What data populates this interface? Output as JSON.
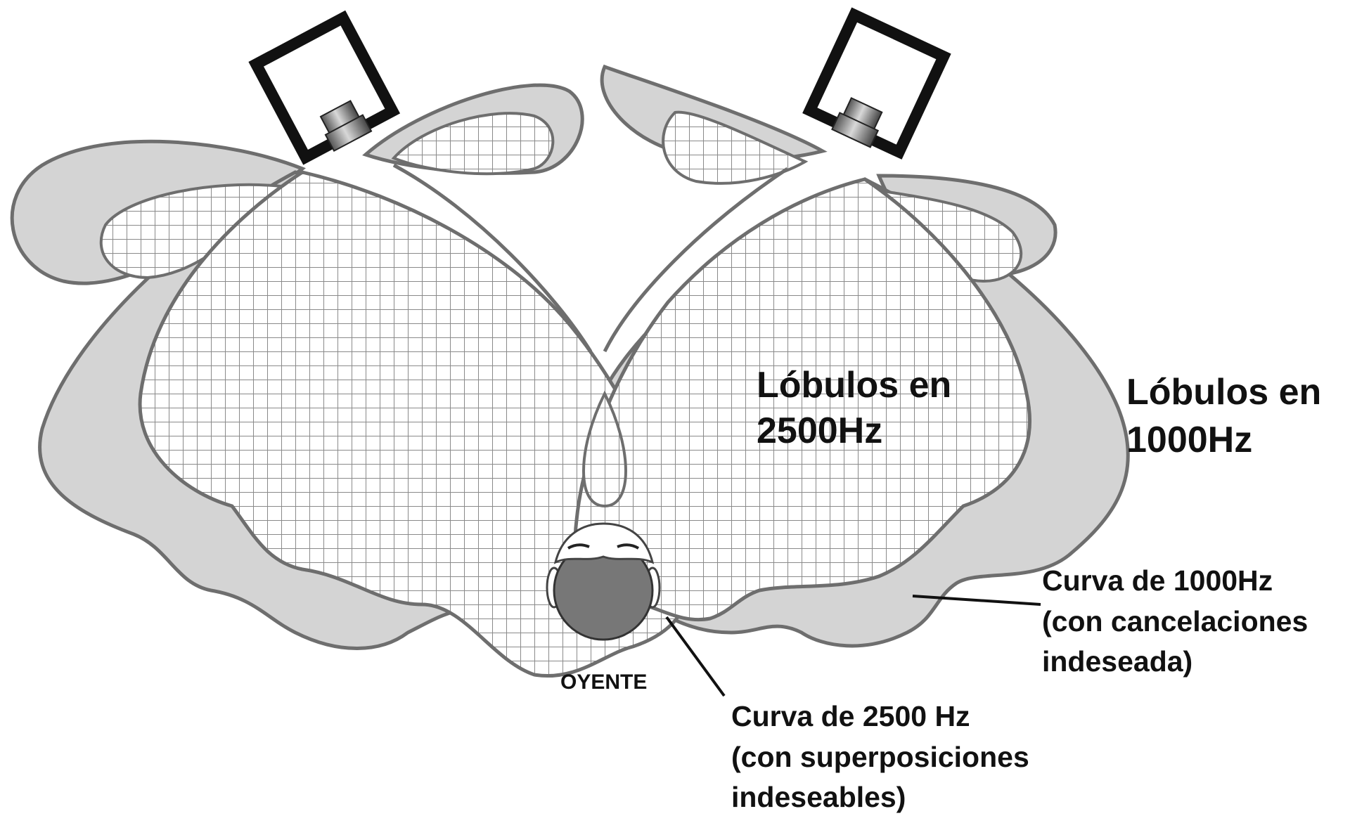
{
  "diagram": {
    "labels": {
      "lobes_2500_line1": "Lóbulos en",
      "lobes_2500_line2": "2500Hz",
      "lobes_1000_line1": "Lóbulos en",
      "lobes_1000_line2": "1000Hz",
      "curve_1000_line1": "Curva de  1000Hz",
      "curve_1000_line2": "(con cancelaciones",
      "curve_1000_line3": "indeseada)",
      "curve_2500_line1": "Curva de 2500 Hz",
      "curve_2500_line2": "(con superposiciones",
      "curve_2500_line3": "indeseables)",
      "listener": "OYENTE"
    },
    "colors": {
      "lobe_1000_fill": "#d4d4d4",
      "lobe_2500_grid": "#8a8a8a",
      "outline": "#6e6e6e",
      "speaker_frame": "#111111",
      "head": "#777777",
      "text": "#111111"
    },
    "icons": {
      "speaker_left": "speaker-icon",
      "speaker_right": "speaker-icon",
      "listener": "listener-head-icon"
    }
  }
}
